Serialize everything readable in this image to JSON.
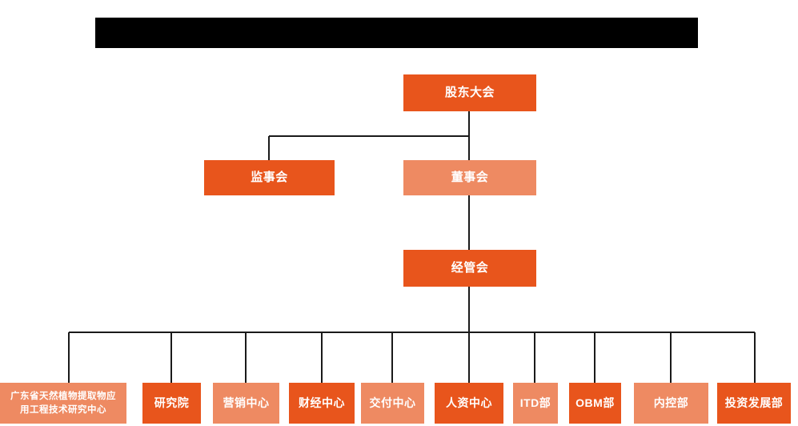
{
  "title_bar": {
    "name": "redacted-title-bar",
    "state": "redacted",
    "color": "#000000"
  },
  "palette": {
    "dark_orange": "#E8551C",
    "light_orange": "#EE8A62",
    "line": "#1A1A1A",
    "text": "#FFFFFF",
    "background": "#FFFFFF"
  },
  "chart_data": {
    "type": "diagram",
    "diagram_type": "organization-chart",
    "orientation": "top-down",
    "levels": 4,
    "nodes": [
      {
        "id": "shareholders",
        "label": "股东大会",
        "level": 1,
        "tone": "dark"
      },
      {
        "id": "supervisors",
        "label": "监事会",
        "level": 2,
        "tone": "dark"
      },
      {
        "id": "directors",
        "label": "董事会",
        "level": 2,
        "tone": "light"
      },
      {
        "id": "management",
        "label": "经管会",
        "level": 3,
        "tone": "dark"
      },
      {
        "id": "eng-center",
        "label": "广东省天然植物提取物应用工程技术研究中心",
        "level": 4,
        "tone": "light"
      },
      {
        "id": "research",
        "label": "研究院",
        "level": 4,
        "tone": "dark"
      },
      {
        "id": "marketing",
        "label": "营销中心",
        "level": 4,
        "tone": "light"
      },
      {
        "id": "finance",
        "label": "财经中心",
        "level": 4,
        "tone": "dark"
      },
      {
        "id": "delivery",
        "label": "交付中心",
        "level": 4,
        "tone": "light"
      },
      {
        "id": "hr",
        "label": "人资中心",
        "level": 4,
        "tone": "dark"
      },
      {
        "id": "itd",
        "label": "ITD部",
        "level": 4,
        "tone": "light"
      },
      {
        "id": "obm",
        "label": "OBM部",
        "level": 4,
        "tone": "dark"
      },
      {
        "id": "internal",
        "label": "内控部",
        "level": 4,
        "tone": "light"
      },
      {
        "id": "investment",
        "label": "投资发展部",
        "level": 4,
        "tone": "dark"
      }
    ],
    "edges": [
      {
        "from": "shareholders",
        "to": "supervisors"
      },
      {
        "from": "shareholders",
        "to": "directors"
      },
      {
        "from": "directors",
        "to": "management"
      },
      {
        "from": "management",
        "to": "eng-center"
      },
      {
        "from": "management",
        "to": "research"
      },
      {
        "from": "management",
        "to": "marketing"
      },
      {
        "from": "management",
        "to": "finance"
      },
      {
        "from": "management",
        "to": "delivery"
      },
      {
        "from": "management",
        "to": "hr"
      },
      {
        "from": "management",
        "to": "itd"
      },
      {
        "from": "management",
        "to": "obm"
      },
      {
        "from": "management",
        "to": "internal"
      },
      {
        "from": "management",
        "to": "investment"
      }
    ]
  },
  "nodes": {
    "shareholders": {
      "label": "股东大会"
    },
    "supervisors": {
      "label": "监事会"
    },
    "directors": {
      "label": "董事会"
    },
    "management": {
      "label": "经管会"
    },
    "eng_center_line1": {
      "label": "广东省天然植物提取物应"
    },
    "eng_center_line2": {
      "label": "用工程技术研究中心"
    },
    "research": {
      "label": "研究院"
    },
    "marketing": {
      "label": "营销中心"
    },
    "finance": {
      "label": "财经中心"
    },
    "delivery": {
      "label": "交付中心"
    },
    "hr": {
      "label": "人资中心"
    },
    "itd": {
      "label": "ITD部"
    },
    "obm": {
      "label": "OBM部"
    },
    "internal": {
      "label": "内控部"
    },
    "investment": {
      "label": "投资发展部"
    }
  }
}
